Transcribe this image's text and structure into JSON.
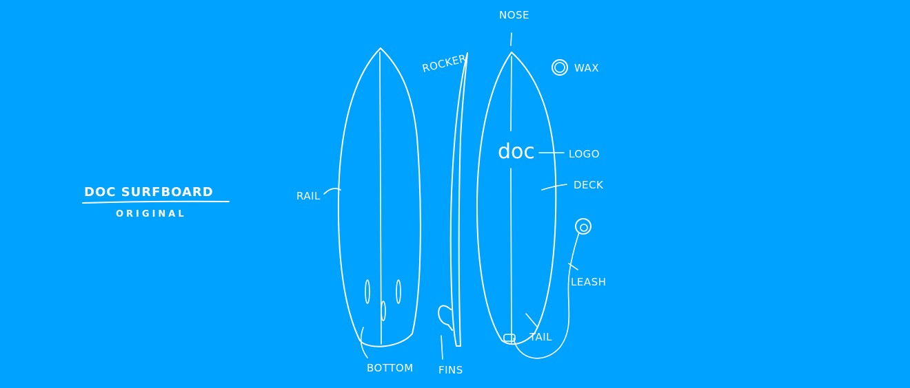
{
  "title": "DOC SURFBOARD",
  "subtitle": "ORIGINAL",
  "logo_text": "doc",
  "labels": {
    "nose": "NOSE",
    "rocker": "ROCKER",
    "wax": "WAX",
    "logo": "LOGO",
    "deck": "DECK",
    "rail": "RAIL",
    "leash": "LEASH",
    "tail": "TAIL",
    "bottom": "BOTTOM",
    "fins": "FINS"
  },
  "colors": {
    "background": "#00a2ff",
    "line": "#ffffff"
  }
}
